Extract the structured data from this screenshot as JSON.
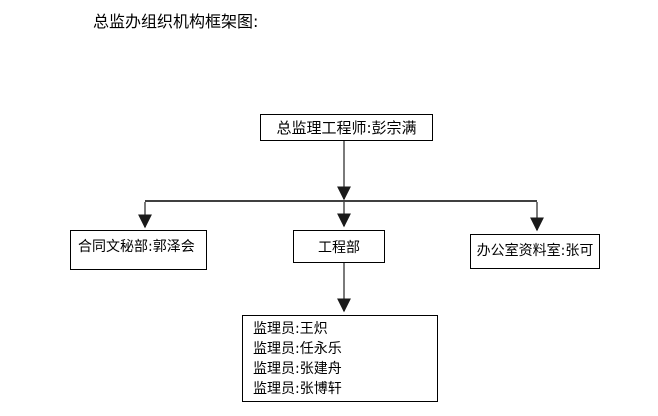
{
  "document": {
    "title": "总监办组织机构框架图:"
  },
  "org_chart": {
    "root": {
      "label": "总监理工程师:彭宗满"
    },
    "departments": [
      {
        "label": "合同文秘部:郭泽会"
      },
      {
        "label": "工程部"
      },
      {
        "label": "办公室资料室:张可"
      }
    ],
    "supervisors": [
      "监理员:王炽",
      "监理员:任永乐",
      "监理员:张建舟",
      "监理员:张博轩"
    ]
  },
  "colors": {
    "background": "#ffffff",
    "text": "#000000",
    "box_border": "#000000",
    "connector_stem": "#7a7a7a",
    "connector_horizontal": "#000000",
    "arrowhead": "#1a1a1a"
  }
}
